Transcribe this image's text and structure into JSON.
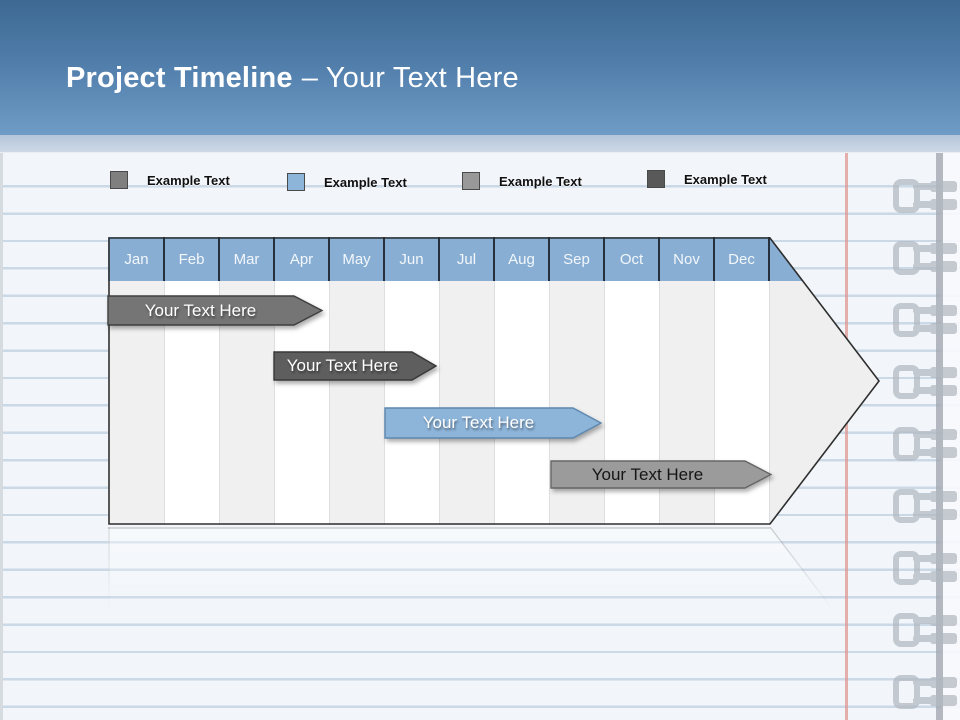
{
  "slide": {
    "title_bold": "Project Timeline",
    "title_regular": "– Your Text Here"
  },
  "legend": {
    "items": [
      {
        "label": "Example Text",
        "color": "#7f7f7f"
      },
      {
        "label": "Example Text",
        "color": "#8db4d9"
      },
      {
        "label": "Example Text",
        "color": "#999999"
      },
      {
        "label": "Example Text",
        "color": "#595959"
      }
    ]
  },
  "timeline": {
    "months": [
      "Jan",
      "Feb",
      "Mar",
      "Apr",
      "May",
      "Jun",
      "Jul",
      "Aug",
      "Sep",
      "Oct",
      "Nov",
      "Dec"
    ],
    "header_color": "#89aed3",
    "tasks": [
      {
        "label": "Your Text Here",
        "start_month": "Jan",
        "end_month": "Apr",
        "fill": "#757575",
        "stroke": "#3f3f3f",
        "text_color": "#ffffff"
      },
      {
        "label": "Your Text Here",
        "start_month": "Apr",
        "end_month": "Jun",
        "fill": "#5e5e5e",
        "stroke": "#383838",
        "text_color": "#ffffff"
      },
      {
        "label": "Your Text Here",
        "start_month": "Jun",
        "end_month": "Sep",
        "fill": "#8db4d9",
        "stroke": "#5e88b0",
        "text_color": "#ffffff"
      },
      {
        "label": "Your Text Here",
        "start_month": "Sep",
        "end_month": "Dec",
        "fill": "#9b9b9b",
        "stroke": "#666666",
        "text_color": "#161616"
      }
    ]
  }
}
